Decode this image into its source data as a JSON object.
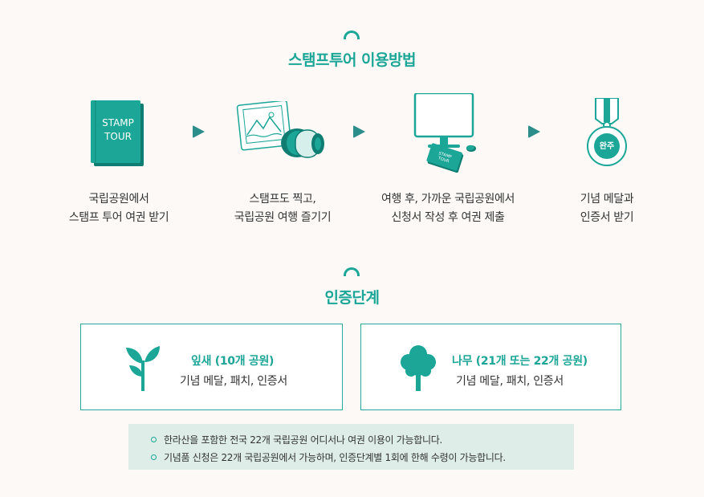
{
  "stamp_tour": {
    "title": "스탬프투어 이용방법",
    "book_text_line1": "STAMP",
    "book_text_line2": "TOUR",
    "steps": [
      {
        "line1": "국립공원에서",
        "line2": "스탬프 투어 여권 받기"
      },
      {
        "line1": "스탬프도 찍고,",
        "line2": "국립공원 여행 즐기기"
      },
      {
        "line1": "여행 후, 가까운 국립공원에서",
        "line2": "신청서 작성 후 여권 제출"
      },
      {
        "line1": "기념 메달과",
        "line2": "인증서 받기"
      }
    ],
    "medal_text": "완주"
  },
  "certification": {
    "title": "인증단계",
    "levels": [
      {
        "name": "잎새 (10개 공원)",
        "reward": "기념 메달, 패치, 인증서"
      },
      {
        "name": "나무 (21개 또는 22개 공원)",
        "reward": "기념 메달, 패치, 인증서"
      }
    ]
  },
  "notices": [
    "한라산을 포함한 전국 22개 국립공원 어디서나 여권 이용이 가능합니다.",
    "기념품 신청은 22개 국립공원에서 가능하며, 인증단계별 1회에 한해 수령이 가능합니다."
  ],
  "colors": {
    "accent": "#1ba697",
    "background": "#fcf9f6",
    "notice_bg": "#deede8"
  }
}
